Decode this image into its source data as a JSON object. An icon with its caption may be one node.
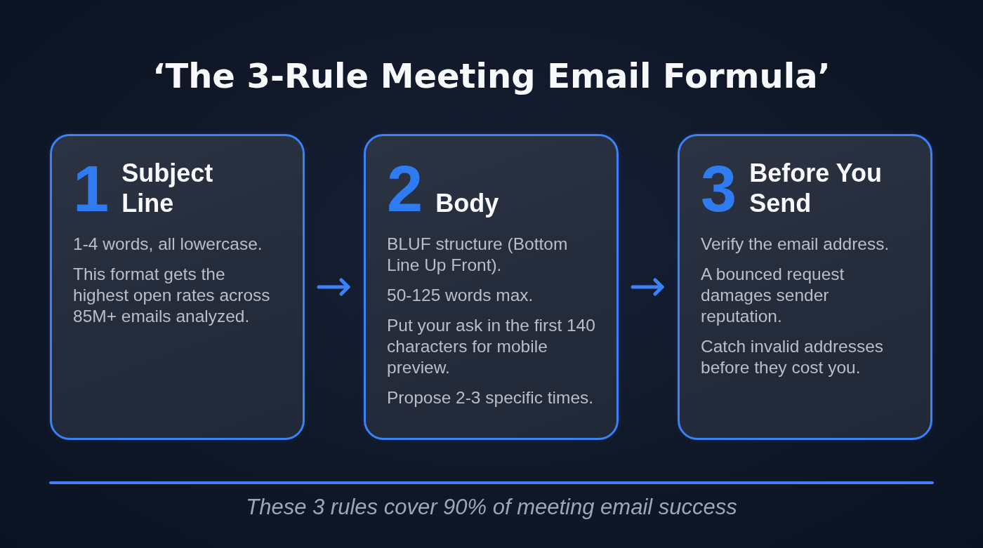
{
  "diagram": {
    "title": "‘The 3-Rule Meeting Email Formula’",
    "nodes": [
      {
        "text": [
          "1",
          "Subject Line",
          "1-4 words, all lowercase.",
          "This format gets the highest open rates across 85M+ emails analyzed."
        ]
      },
      {
        "text": [
          "2",
          "Body",
          "BLUF structure (Bottom Line Up Front).",
          "50-125 words max.",
          "Put your ask in the first 140 characters for mobile preview.",
          "Propose 2-3 specific times."
        ]
      },
      {
        "text": [
          "3",
          "Before You Send",
          "Verify the email address.",
          "A bounced request damages sender reputation.",
          "Catch invalid addresses before they cost you."
        ]
      }
    ],
    "edges": [
      {
        "from": 0,
        "to": 1,
        "arrow": "to"
      },
      {
        "from": 1,
        "to": 2,
        "arrow": "to"
      }
    ],
    "caption": "These 3 rules cover 90% of meeting email success"
  }
}
